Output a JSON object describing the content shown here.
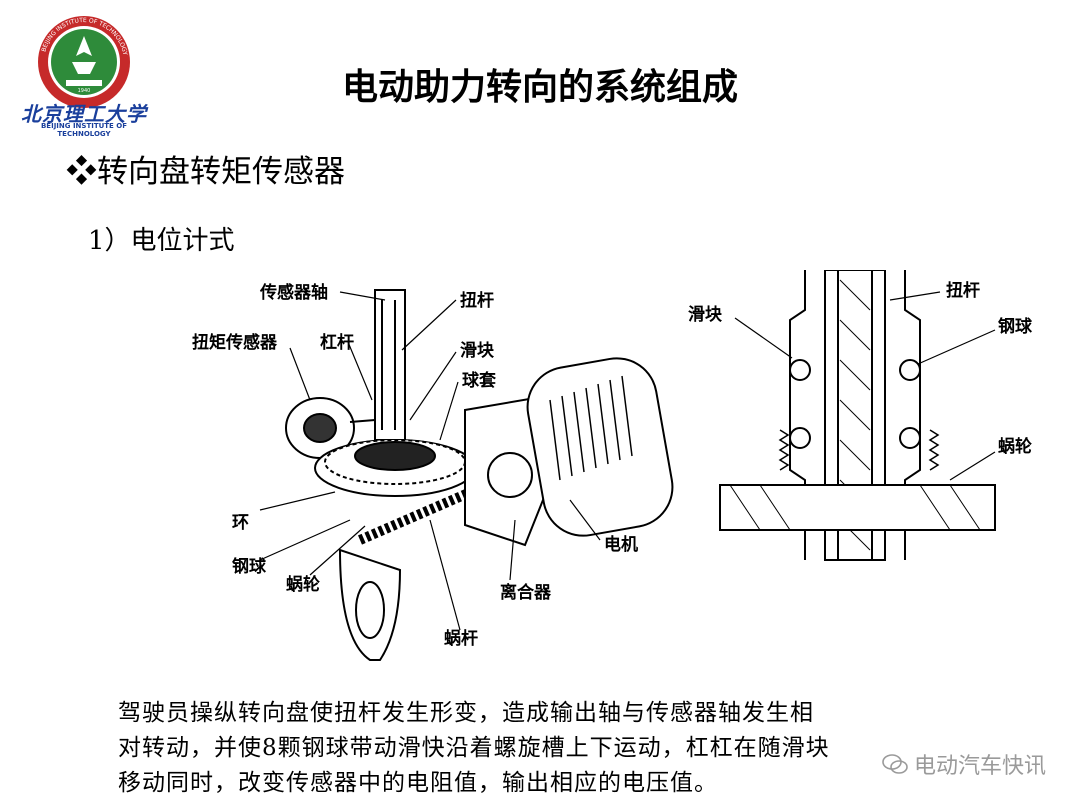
{
  "logo": {
    "cn": "北京理工大学",
    "en": "BEIJING INSTITUTE OF TECHNOLOGY",
    "ring_text": "BEIJING INSTITUTE OF TECHNOLOGY",
    "year": "1940",
    "colors": {
      "ring": "#c62a2a",
      "inner": "#2e8b3a",
      "text": "#1a3f9c"
    }
  },
  "title": "电动助力转向的系统组成",
  "heading": {
    "bullet": "❖",
    "text": "转向盘转矩传感器"
  },
  "subheading": "1）电位计式",
  "diagram_left": {
    "labels": {
      "sensor_shaft": "传感器轴",
      "torsion_bar": "扭杆",
      "torque_sensor": "扭矩传感器",
      "lever": "杠杆",
      "slider": "滑块",
      "ball_sleeve": "球套",
      "ring": "环",
      "steel_ball": "钢球",
      "worm_wheel": "蜗轮",
      "motor": "电机",
      "clutch": "离合器",
      "worm": "蜗杆"
    }
  },
  "diagram_right": {
    "labels": {
      "torsion_bar": "扭杆",
      "slider": "滑块",
      "steel_ball": "钢球",
      "worm_wheel": "蜗轮"
    }
  },
  "paragraph": [
    "驾驶员操纵转向盘使扭杆发生形变，造成输出轴与传感器轴发生相",
    "对转动，并使8颗钢球带动滑快沿着螺旋槽上下运动，杠杠在随滑块",
    "移动同时，改变传感器中的电阻值，输出相应的电压值。"
  ],
  "watermark": {
    "icon": "wechat-icon",
    "text": "电动汽车快讯"
  }
}
